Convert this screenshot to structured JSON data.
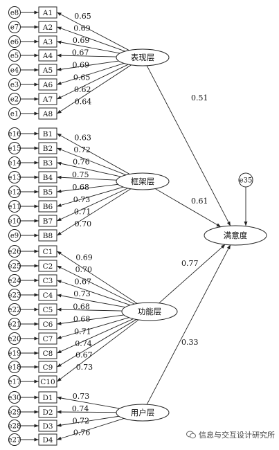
{
  "latent": {
    "biaoxian": "表现层",
    "kuangjia": "框架层",
    "gongneng": "功能层",
    "yonghu": "用户层",
    "manyi": "满意度"
  },
  "groups": [
    {
      "latent_key": "biaoxian",
      "indicators": [
        {
          "err": "e8",
          "ind": "A1",
          "w": "0.65"
        },
        {
          "err": "e7",
          "ind": "A2",
          "w": "0.69"
        },
        {
          "err": "e6",
          "ind": "A3",
          "w": "0.69"
        },
        {
          "err": "e5",
          "ind": "A4",
          "w": "0.67"
        },
        {
          "err": "e4",
          "ind": "A5",
          "w": "0.69"
        },
        {
          "err": "e3",
          "ind": "A6",
          "w": "0.65"
        },
        {
          "err": "e2",
          "ind": "A7",
          "w": "0.62"
        },
        {
          "err": "e1",
          "ind": "A8",
          "w": "0.64"
        }
      ]
    },
    {
      "latent_key": "kuangjia",
      "indicators": [
        {
          "err": "e16",
          "ind": "B1",
          "w": "0.63"
        },
        {
          "err": "e15",
          "ind": "B2",
          "w": "0.72"
        },
        {
          "err": "e14",
          "ind": "B3",
          "w": "0.76"
        },
        {
          "err": "e13",
          "ind": "B4",
          "w": "0.75"
        },
        {
          "err": "e12",
          "ind": "B5",
          "w": "0.68"
        },
        {
          "err": "e11",
          "ind": "B6",
          "w": "0.73"
        },
        {
          "err": "e10",
          "ind": "B7",
          "w": "0.71"
        },
        {
          "err": "e9",
          "ind": "B8",
          "w": "0.70"
        }
      ]
    },
    {
      "latent_key": "gongneng",
      "indicators": [
        {
          "err": "e26",
          "ind": "C1",
          "w": "0.69"
        },
        {
          "err": "e25",
          "ind": "C2",
          "w": "0.70"
        },
        {
          "err": "e24",
          "ind": "C3",
          "w": "0.67"
        },
        {
          "err": "e23",
          "ind": "C4",
          "w": "0.73"
        },
        {
          "err": "e22",
          "ind": "C5",
          "w": "0.68"
        },
        {
          "err": "e21",
          "ind": "C6",
          "w": "0.68"
        },
        {
          "err": "e20",
          "ind": "C7",
          "w": "0.71"
        },
        {
          "err": "e19",
          "ind": "C8",
          "w": "0.74"
        },
        {
          "err": "e18",
          "ind": "C9",
          "w": "0.67"
        },
        {
          "err": "e17",
          "ind": "C10",
          "w": "0.73"
        }
      ]
    },
    {
      "latent_key": "yonghu",
      "indicators": [
        {
          "err": "e30",
          "ind": "D1",
          "w": "0.73"
        },
        {
          "err": "e29",
          "ind": "D2",
          "w": "0.74"
        },
        {
          "err": "e28",
          "ind": "D3",
          "w": "0.72"
        },
        {
          "err": "e27",
          "ind": "D4",
          "w": "0.76"
        }
      ]
    }
  ],
  "paths": {
    "biaoxian": "0.51",
    "kuangjia": "0.61",
    "gongneng": "0.77",
    "yonghu": "0.33"
  },
  "satisfaction_error": "e35",
  "watermark": "信息与交互设计研究所",
  "colors": {
    "stroke": "#222222",
    "text": "#111111",
    "background": "#ffffff"
  }
}
